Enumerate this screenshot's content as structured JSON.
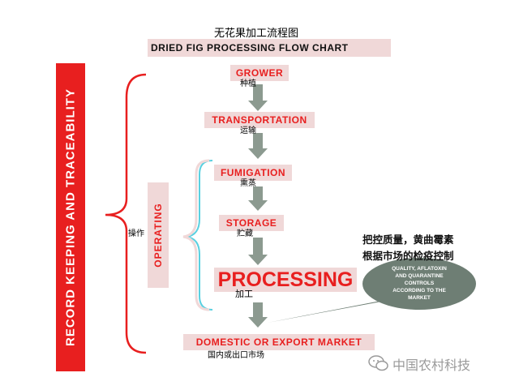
{
  "title": {
    "zh": "无花果加工流程图",
    "en": "DRIED FIG PROCESSING FLOW CHART"
  },
  "sidebar": {
    "label": "RECORD KEEPING AND TRACEABILITY"
  },
  "operating": {
    "label": "OPERATING",
    "zh": "操作"
  },
  "stages": [
    {
      "en": "GROWER",
      "zh": "种植"
    },
    {
      "en": "TRANSPORTATION",
      "zh": "运输"
    },
    {
      "en": "FUMIGATION",
      "zh": "熏蒸"
    },
    {
      "en": "STORAGE",
      "zh": "贮藏"
    },
    {
      "en": "PROCESSING",
      "zh": "加工"
    },
    {
      "en": "DOMESTIC OR EXPORT MARKET",
      "zh": "国内或出口市场"
    }
  ],
  "annotation": {
    "zh_line1": "把控质量，黄曲霉素",
    "zh_line2": "根据市场的检疫控制",
    "bubble_lines": [
      "QUALITY, AFLATOXIN",
      "AND QUARANTINE",
      "CONTROLS",
      "ACCORDING TO THE",
      "MARKET"
    ]
  },
  "watermark": {
    "text": "中国农村科技",
    "icon": "wechat-icon"
  },
  "colors": {
    "red": "#e81f1f",
    "pink": "#f0d8d8",
    "arrow": "#8c9a90",
    "bubble": "#6e7e74",
    "cyan": "#5ad0e0"
  }
}
